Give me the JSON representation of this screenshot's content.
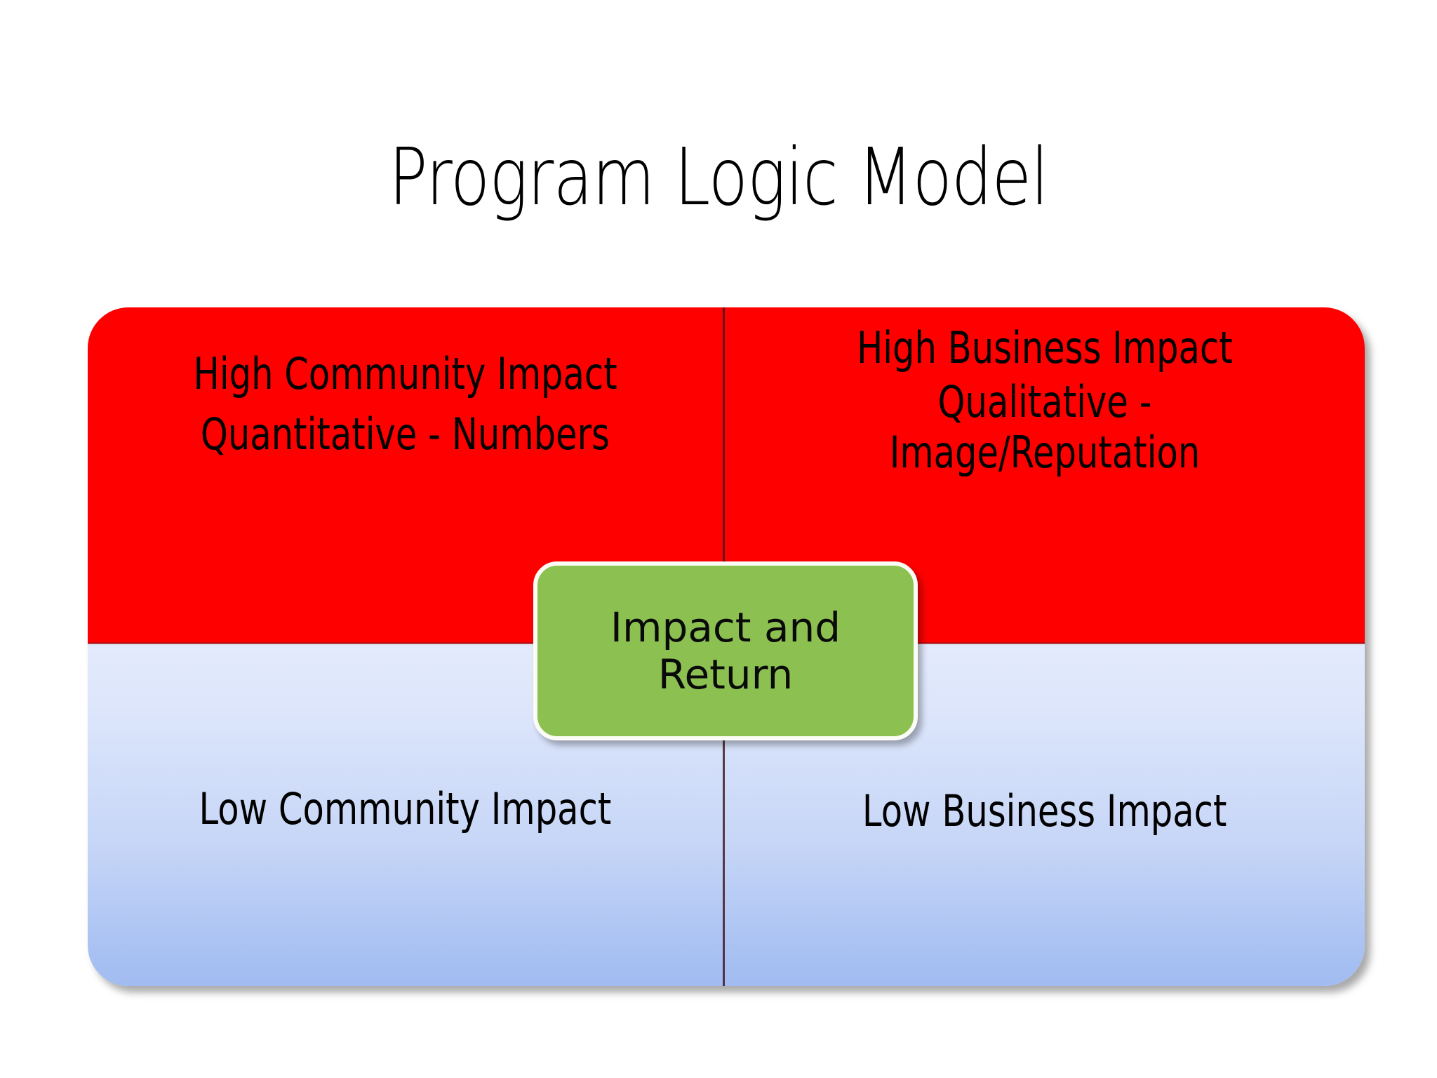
{
  "slide": {
    "title": "Program Logic Model",
    "background_color": "#FFFFFF"
  },
  "matrix": {
    "colors": {
      "high_band": "#FE0000",
      "low_band_top": "#E3EAFC",
      "low_band_bottom": "#A7C0F2",
      "callout_fill": "#8CC152",
      "callout_border": "#FAFCF5",
      "divider": "#3C141E",
      "text": "#000000"
    },
    "quadrants": {
      "top_left": {
        "heading": "High Community Impact",
        "subtext": "Quantitative - Numbers"
      },
      "top_right": {
        "heading": "High Business Impact",
        "subtext": "Qualitative - Image/Reputation"
      },
      "bottom_left": {
        "heading": "Low Community Impact"
      },
      "bottom_right": {
        "heading": "Low Business Impact"
      }
    },
    "center_callout": {
      "line1": "Impact and",
      "line2": "Return"
    }
  }
}
